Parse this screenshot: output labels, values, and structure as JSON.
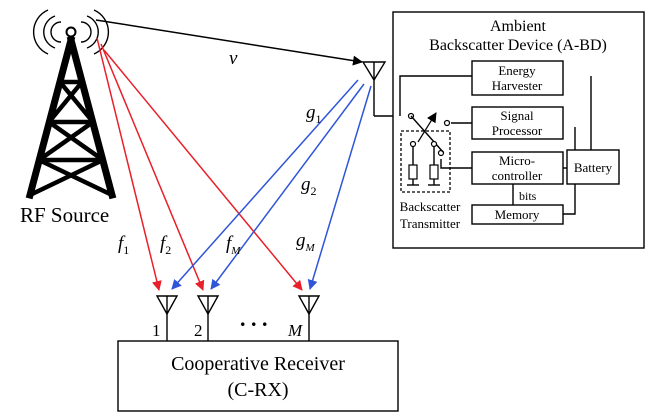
{
  "rf_source": {
    "label": "RF Source",
    "icon": "radio-tower-icon"
  },
  "abd": {
    "title_line1": "Ambient",
    "title_line2": "Backscatter Device (A-BD)",
    "energy_line1": "Energy",
    "energy_line2": "Harvester",
    "signal_line1": "Signal",
    "signal_line2": "Processor",
    "micro_line1": "Micro-",
    "micro_line2": "controller",
    "battery": "Battery",
    "memory": "Memory",
    "bits": "bits",
    "bt_line1": "Backscatter",
    "bt_line2": "Transmitter"
  },
  "receiver": {
    "title_line1": "Cooperative Receiver",
    "title_line2": "(C-RX)",
    "antenna_1": "1",
    "antenna_2": "2",
    "antenna_M": "M",
    "dots": ". . ."
  },
  "channels": {
    "v": "v",
    "f1": {
      "base": "f",
      "sub": "1"
    },
    "f2": {
      "base": "f",
      "sub": "2"
    },
    "fM": {
      "base": "f",
      "sub": "M"
    },
    "g1": {
      "base": "g",
      "sub": "1"
    },
    "g2": {
      "base": "g",
      "sub": "2"
    },
    "gM": {
      "base": "g",
      "sub": "M"
    }
  },
  "colors": {
    "red": "#e8202a",
    "blue": "#2f55d8",
    "black": "#000000"
  }
}
